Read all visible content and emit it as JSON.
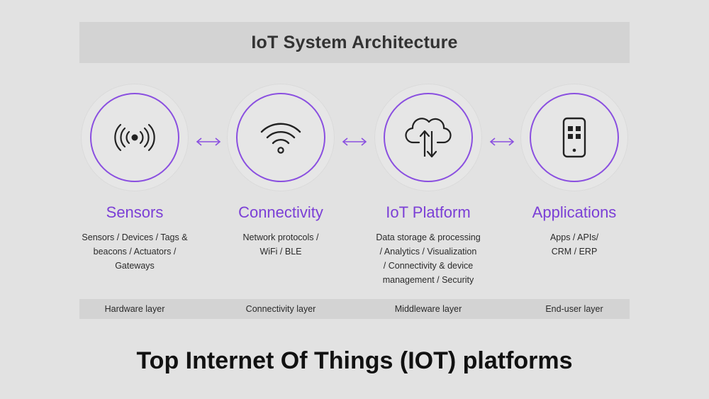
{
  "header": {
    "title": "IoT System Architecture"
  },
  "layers": [
    {
      "icon": "signal-broadcast-icon",
      "title": "Sensors",
      "description": "Sensors / Devices / Tags &\nbeacons / Actuators /\nGateways",
      "footer": "Hardware layer"
    },
    {
      "icon": "wifi-icon",
      "title": "Connectivity",
      "description": "Network protocols /\nWiFi / BLE",
      "footer": "Connectivity layer"
    },
    {
      "icon": "cloud-transfer-icon",
      "title": "IoT Platform",
      "description": "Data storage & processing\n/ Analytics / Visualization\n/ Connectivity & device\nmanagement / Security",
      "footer": "Middleware layer"
    },
    {
      "icon": "smartphone-apps-icon",
      "title": "Applications",
      "description": "Apps / APIs/\nCRM / ERP",
      "footer": "End-user layer"
    }
  ],
  "arrows": [
    "bidirectional-arrow-icon",
    "bidirectional-arrow-icon",
    "bidirectional-arrow-icon"
  ],
  "caption": "Top Internet Of Things (IOT) platforms",
  "colors": {
    "accent": "#7b3fd6",
    "ring": "#8a4fe0",
    "bar": "#d3d3d3",
    "background": "#e2e2e2"
  }
}
